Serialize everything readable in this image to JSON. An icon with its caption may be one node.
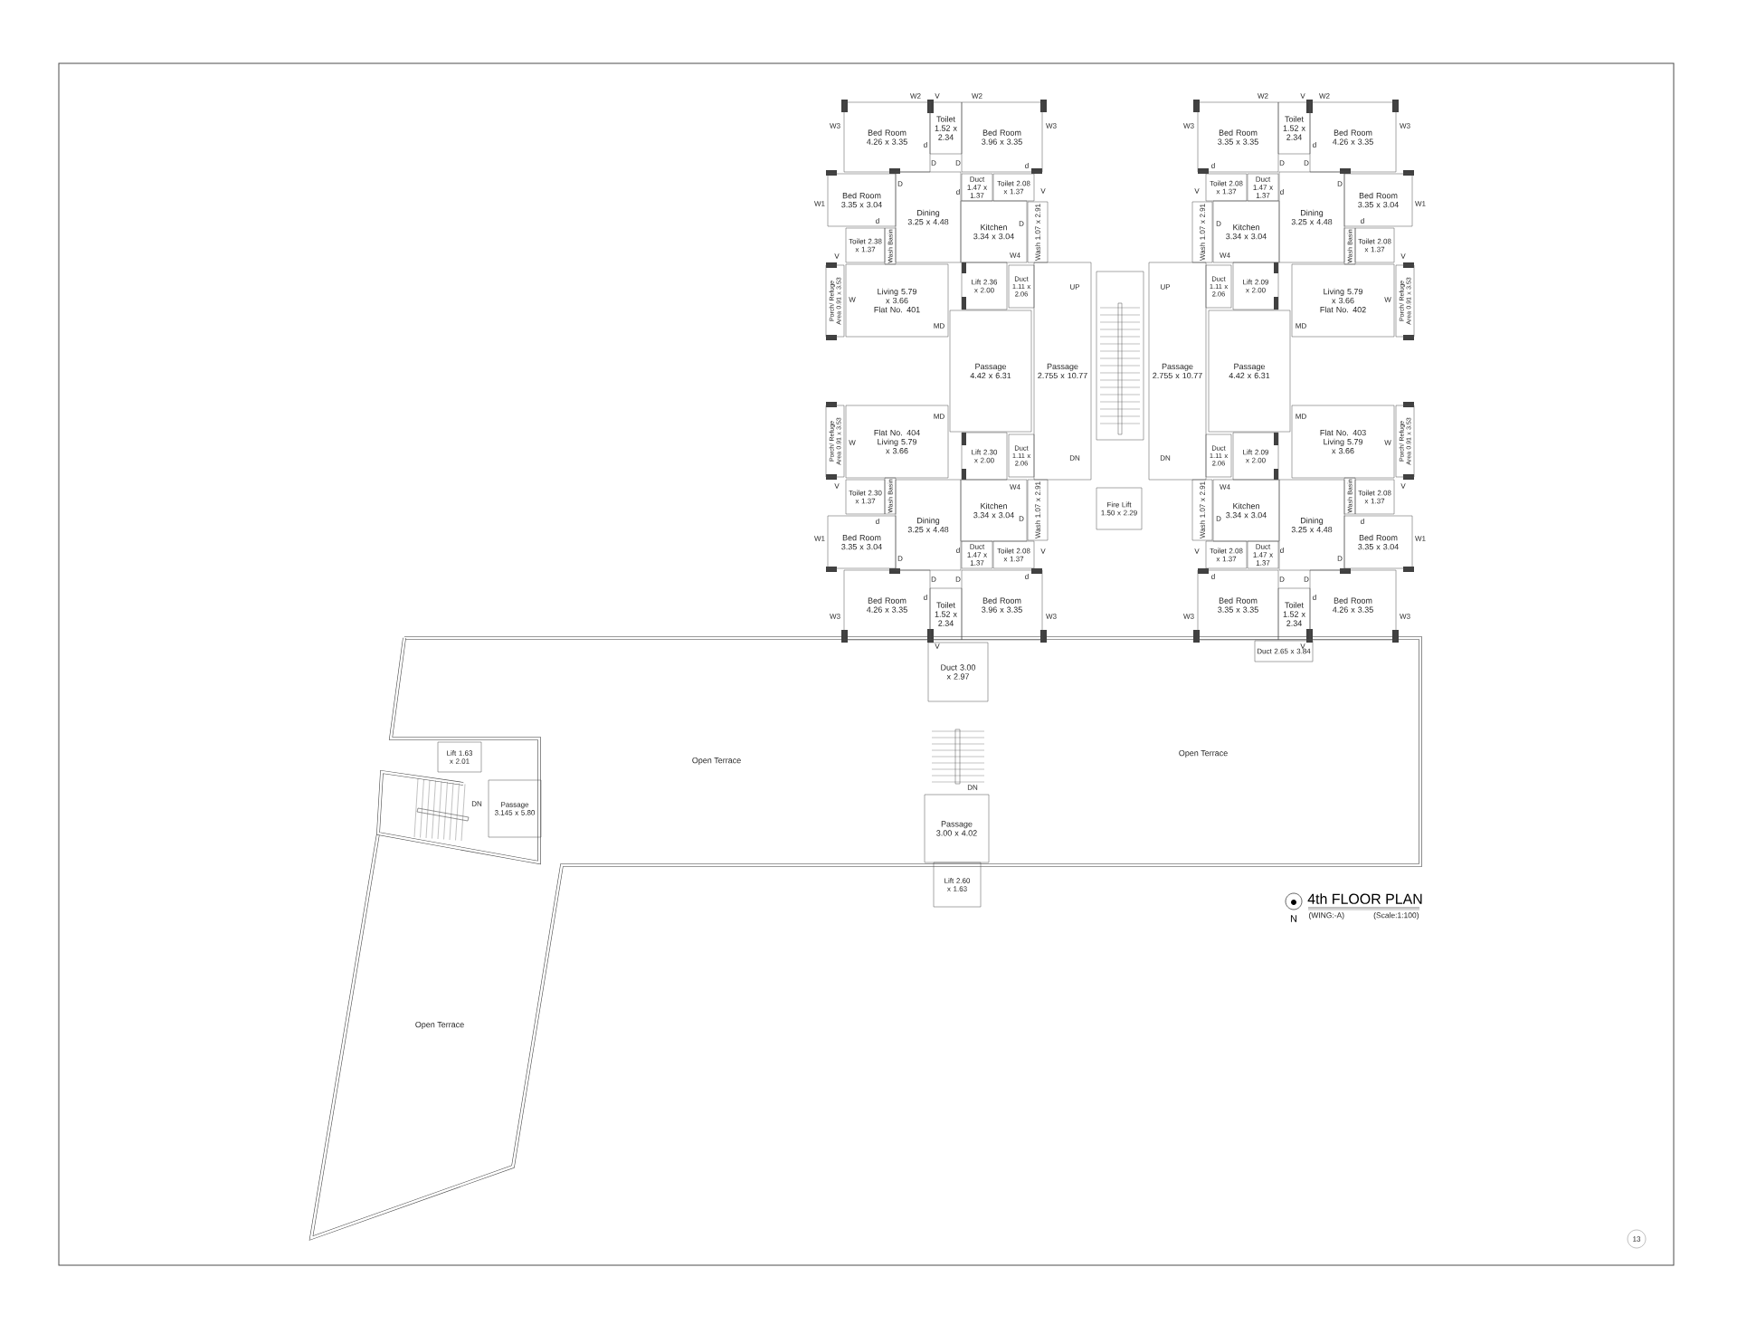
{
  "diagram": {
    "title": "4th FLOOR PLAN",
    "nodes": [
      {
        "text": [
          "Bed Room 4.26 x 3.35"
        ]
      },
      {
        "text": [
          "Toilet 1.52 x 2.34"
        ]
      },
      {
        "text": [
          "Bed Room 3.96 x 3.35"
        ]
      },
      {
        "text": [
          "Bed Room 3.35 x 3.04"
        ]
      },
      {
        "text": [
          "Dining 3.25 x 4.48"
        ]
      },
      {
        "text": [
          "Duct 1.47 x 1.37"
        ]
      },
      {
        "text": [
          "Toilet 2.08 x 1.37"
        ]
      },
      {
        "text": [
          "Kitchen 3.34 x 3.04"
        ]
      },
      {
        "text": [
          "Wash 1.07 x 2.91"
        ]
      },
      {
        "text": [
          "Toilet 2.38 x 1.37"
        ]
      },
      {
        "text": [
          "Wash Basin"
        ]
      },
      {
        "text": [
          "Lift 2.36 x 2.00"
        ]
      },
      {
        "text": [
          "Duct 1.11 x 2.06"
        ]
      },
      {
        "text": [
          "Porch/ Refuge Area 0.91 x 3.53"
        ]
      },
      {
        "text": [
          "Living 5.79 x 3.66",
          "Flat No. 401"
        ]
      },
      {
        "text": [
          "Bed Room 4.26 x 3.35"
        ]
      },
      {
        "text": [
          "Toilet 1.52 x 2.34"
        ]
      },
      {
        "text": [
          "Bed Room 3.35 x 3.35"
        ]
      },
      {
        "text": [
          "Bed Room 3.35 x 3.04"
        ]
      },
      {
        "text": [
          "Dining 3.25 x 4.48"
        ]
      },
      {
        "text": [
          "Duct 1.47 x 1.37"
        ]
      },
      {
        "text": [
          "Toilet 2.08 x 1.37"
        ]
      },
      {
        "text": [
          "Kitchen 3.34 x 3.04"
        ]
      },
      {
        "text": [
          "Wash 1.07 x 2.91"
        ]
      },
      {
        "text": [
          "Toilet 2.08 x 1.37"
        ]
      },
      {
        "text": [
          "Wash Basin"
        ]
      },
      {
        "text": [
          "Lift 2.09 x 2.00"
        ]
      },
      {
        "text": [
          "Duct 1.11 x 2.06"
        ]
      },
      {
        "text": [
          "Porch/ Refuge Area 0.91 x 3.53"
        ]
      },
      {
        "text": [
          "Living 5.79 x 3.66",
          "Flat No. 402"
        ]
      },
      {
        "text": [
          "Passage 4.42 x 6.31"
        ]
      },
      {
        "text": [
          "Passage 2.755 x 10.77"
        ]
      },
      {
        "text": [
          "Passage 2.755 x 10.77"
        ]
      },
      {
        "text": [
          "Passage 4.42 x 6.31"
        ]
      },
      {
        "text": [
          "Fire Lift 1.50 x 2.29"
        ]
      },
      {
        "text": [
          "Bed Room 4.26 x 3.35"
        ]
      },
      {
        "text": [
          "Toilet 1.52 x 2.34"
        ]
      },
      {
        "text": [
          "Bed Room 3.96 x 3.35"
        ]
      },
      {
        "text": [
          "Bed Room 3.35 x 3.04"
        ]
      },
      {
        "text": [
          "Dining 3.25 x 4.48"
        ]
      },
      {
        "text": [
          "Duct 1.47 x 1.37"
        ]
      },
      {
        "text": [
          "Toilet 2.08 x 1.37"
        ]
      },
      {
        "text": [
          "Kitchen 3.34 x 3.04"
        ]
      },
      {
        "text": [
          "Wash 1.07 x 2.91"
        ]
      },
      {
        "text": [
          "Toilet 2.30 x 1.37"
        ]
      },
      {
        "text": [
          "Wash Basin"
        ]
      },
      {
        "text": [
          "Lift 2.30 x 2.00"
        ]
      },
      {
        "text": [
          "Duct 1.11 x 2.06"
        ]
      },
      {
        "text": [
          "Porch/ Refuge Area 0.91 x 3.53"
        ]
      },
      {
        "text": [
          "Flat No. 404",
          "Living 5.79 x 3.66"
        ]
      },
      {
        "text": [
          "Bed Room 4.26 x 3.35"
        ]
      },
      {
        "text": [
          "Toilet 1.52 x 2.34"
        ]
      },
      {
        "text": [
          "Bed Room 3.35 x 3.35"
        ]
      },
      {
        "text": [
          "Bed Room 3.35 x 3.04"
        ]
      },
      {
        "text": [
          "Dining 3.25 x 4.48"
        ]
      },
      {
        "text": [
          "Duct 1.47 x 1.37"
        ]
      },
      {
        "text": [
          "Toilet 2.08 x 1.37"
        ]
      },
      {
        "text": [
          "Kitchen 3.34 x 3.04"
        ]
      },
      {
        "text": [
          "Wash 1.07 x 2.91"
        ]
      },
      {
        "text": [
          "Toilet 2.08 x 1.37"
        ]
      },
      {
        "text": [
          "Wash Basin"
        ]
      },
      {
        "text": [
          "Lift 2.09 x 2.00"
        ]
      },
      {
        "text": [
          "Duct 1.11 x 2.06"
        ]
      },
      {
        "text": [
          "Porch/ Refuge Area 0.91 x 3.53"
        ]
      },
      {
        "text": [
          "Flat No. 403",
          "Living 5.79 x 3.66"
        ]
      },
      {
        "text": [
          "Duct 2.65 x 3.84"
        ]
      },
      {
        "text": [
          "Duct 3.00 x 2.97"
        ]
      },
      {
        "text": [
          "Lift 1.63 x 2.01"
        ]
      },
      {
        "text": [
          "Passage 3.145 x 5.80"
        ]
      },
      {
        "text": [
          "Passage 3.00 x 4.02"
        ]
      },
      {
        "text": [
          "Lift 2.60 x 1.63"
        ]
      },
      {
        "text": [
          "13"
        ]
      }
    ],
    "labels": [
      "W2",
      "V",
      "W2",
      "W3",
      "W3",
      "d",
      "D",
      "D",
      "d",
      "D",
      "d",
      "V",
      "W1",
      "D",
      "d",
      "W4",
      "V",
      "W",
      "MD",
      "W2",
      "V",
      "W2",
      "W3",
      "W3",
      "d",
      "D",
      "D",
      "d",
      "D",
      "d",
      "V",
      "W1",
      "D",
      "d",
      "W4",
      "V",
      "W",
      "MD",
      "UP",
      "UP",
      "DN",
      "DN",
      "V",
      "W3",
      "W3",
      "d",
      "D",
      "D",
      "d",
      "D",
      "d",
      "V",
      "W1",
      "D",
      "d",
      "W4",
      "V",
      "W",
      "MD",
      "V",
      "W3",
      "W3",
      "d",
      "D",
      "D",
      "d",
      "D",
      "d",
      "V",
      "W1",
      "D",
      "d",
      "W4",
      "V",
      "W",
      "MD",
      "Open Terrace",
      "Open Terrace",
      "DN",
      "DN",
      "Open Terrace",
      "(WING:-A)",
      "(Scale:1:100)",
      "N"
    ]
  }
}
